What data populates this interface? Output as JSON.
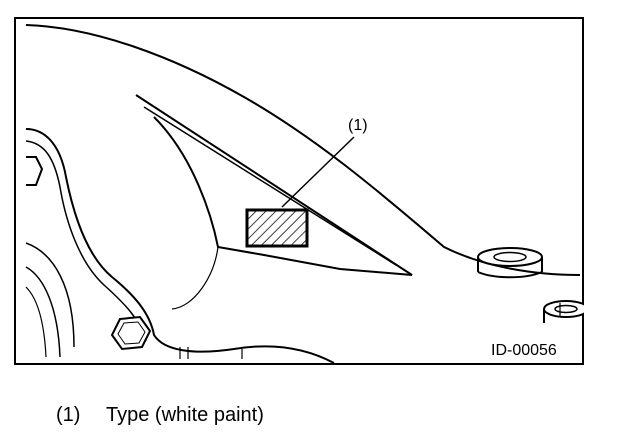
{
  "figure": {
    "callout_number": "(1)",
    "figure_id": "ID-00056"
  },
  "legend": [
    {
      "number": "(1)",
      "text": "Type (white paint)"
    }
  ]
}
